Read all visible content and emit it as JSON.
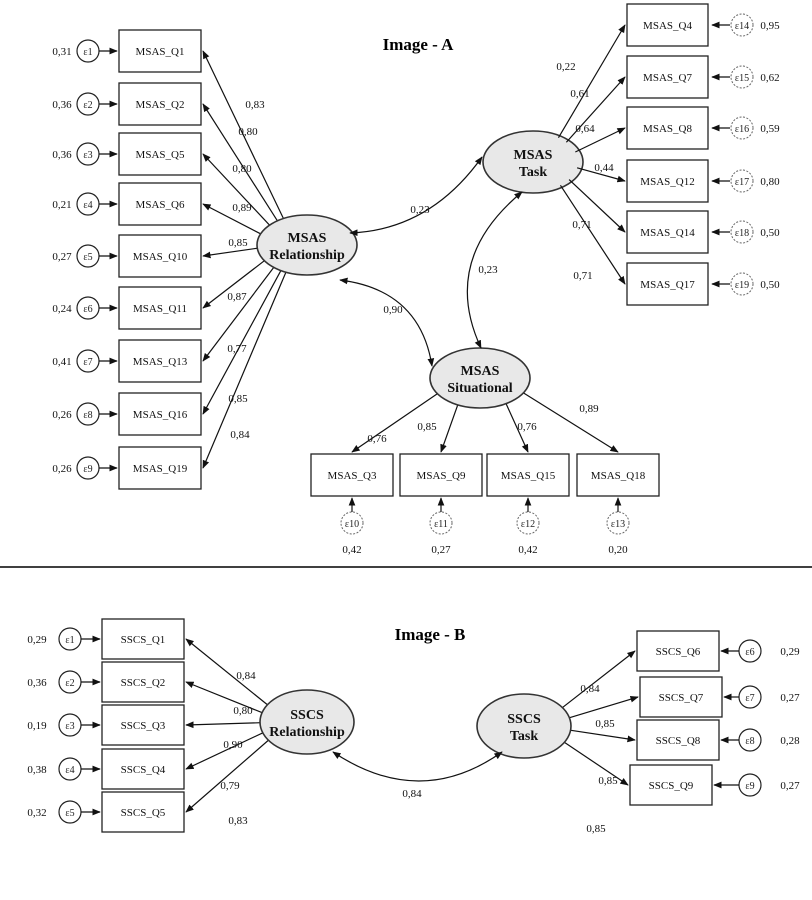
{
  "image_a": {
    "title": "Image - A",
    "relationship": {
      "label_line1": "MSAS",
      "label_line2": "Relationship",
      "items": [
        {
          "name": "MSAS_Q1",
          "loading": "0,83",
          "error": "ε1",
          "error_var": "0,31"
        },
        {
          "name": "MSAS_Q2",
          "loading": "0,80",
          "error": "ε2",
          "error_var": "0,36"
        },
        {
          "name": "MSAS_Q5",
          "loading": "0,80",
          "error": "ε3",
          "error_var": "0,36"
        },
        {
          "name": "MSAS_Q6",
          "loading": "0,89",
          "error": "ε4",
          "error_var": "0,21"
        },
        {
          "name": "MSAS_Q10",
          "loading": "0,85",
          "error": "ε5",
          "error_var": "0,27"
        },
        {
          "name": "MSAS_Q11",
          "loading": "0,87",
          "error": "ε6",
          "error_var": "0,24"
        },
        {
          "name": "MSAS_Q13",
          "loading": "0,77",
          "error": "ε7",
          "error_var": "0,41"
        },
        {
          "name": "MSAS_Q16",
          "loading": "0,85",
          "error": "ε8",
          "error_var": "0,26"
        },
        {
          "name": "MSAS_Q19",
          "loading": "0,84",
          "error": "ε9",
          "error_var": "0,26"
        }
      ]
    },
    "task": {
      "label_line1": "MSAS",
      "label_line2": "Task",
      "items": [
        {
          "name": "MSAS_Q4",
          "loading": "0,22",
          "error": "ε14",
          "error_var": "0,95"
        },
        {
          "name": "MSAS_Q7",
          "loading": "0,61",
          "error": "ε15",
          "error_var": "0,62"
        },
        {
          "name": "MSAS_Q8",
          "loading": "0,64",
          "error": "ε16",
          "error_var": "0,59"
        },
        {
          "name": "MSAS_Q12",
          "loading": "0,44",
          "error": "ε17",
          "error_var": "0,80"
        },
        {
          "name": "MSAS_Q14",
          "loading": "0,71",
          "error": "ε18",
          "error_var": "0,50"
        },
        {
          "name": "MSAS_Q17",
          "loading": "0,71",
          "error": "ε19",
          "error_var": "0,50"
        }
      ]
    },
    "situational": {
      "label_line1": "MSAS",
      "label_line2": "Situational",
      "items": [
        {
          "name": "MSAS_Q3",
          "loading": "0,76",
          "error": "ε10",
          "error_var": "0,42"
        },
        {
          "name": "MSAS_Q9",
          "loading": "0,85",
          "error": "ε11",
          "error_var": "0,27"
        },
        {
          "name": "MSAS_Q15",
          "loading": "0,76",
          "error": "ε12",
          "error_var": "0,42"
        },
        {
          "name": "MSAS_Q18",
          "loading": "0,89",
          "error": "ε13",
          "error_var": "0,20"
        }
      ]
    },
    "correlations": {
      "relationship_task": "0,23",
      "task_situational": "0,23",
      "relationship_situational": "0,90"
    }
  },
  "image_b": {
    "title": "Image - B",
    "relationship": {
      "label_line1": "SSCS",
      "label_line2": "Relationship",
      "items": [
        {
          "name": "SSCS_Q1",
          "loading": "0,84",
          "error": "ε1",
          "error_var": "0,29"
        },
        {
          "name": "SSCS_Q2",
          "loading": "0,80",
          "error": "ε2",
          "error_var": "0,36"
        },
        {
          "name": "SSCS_Q3",
          "loading": "0,90",
          "error": "ε3",
          "error_var": "0,19"
        },
        {
          "name": "SSCS_Q4",
          "loading": "0,79",
          "error": "ε4",
          "error_var": "0,38"
        },
        {
          "name": "SSCS_Q5",
          "loading": "0,83",
          "error": "ε5",
          "error_var": "0,32"
        }
      ]
    },
    "task": {
      "label_line1": "SSCS",
      "label_line2": "Task",
      "items": [
        {
          "name": "SSCS_Q6",
          "loading": "0,84",
          "error": "ε6",
          "error_var": "0,29"
        },
        {
          "name": "SSCS_Q7",
          "loading": "0,85",
          "error": "ε7",
          "error_var": "0,27"
        },
        {
          "name": "SSCS_Q8",
          "loading": "0,85",
          "error": "ε8",
          "error_var": "0,28"
        },
        {
          "name": "SSCS_Q9",
          "loading": "0,85",
          "error": "ε9",
          "error_var": "0,27"
        }
      ]
    },
    "correlations": {
      "relationship_task": "0,84"
    }
  }
}
